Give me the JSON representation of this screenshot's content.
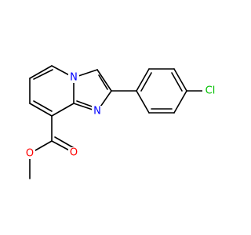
{
  "molecule": {
    "atoms": [
      {
        "id": "N1",
        "label": "N",
        "color": "#0000ff"
      },
      {
        "id": "N2",
        "label": "N",
        "color": "#0000ff"
      },
      {
        "id": "O1",
        "label": "O",
        "color": "#ff0000"
      },
      {
        "id": "O2",
        "label": "O",
        "color": "#ff0000"
      },
      {
        "id": "Cl",
        "label": "Cl",
        "color": "#00c000"
      }
    ]
  }
}
